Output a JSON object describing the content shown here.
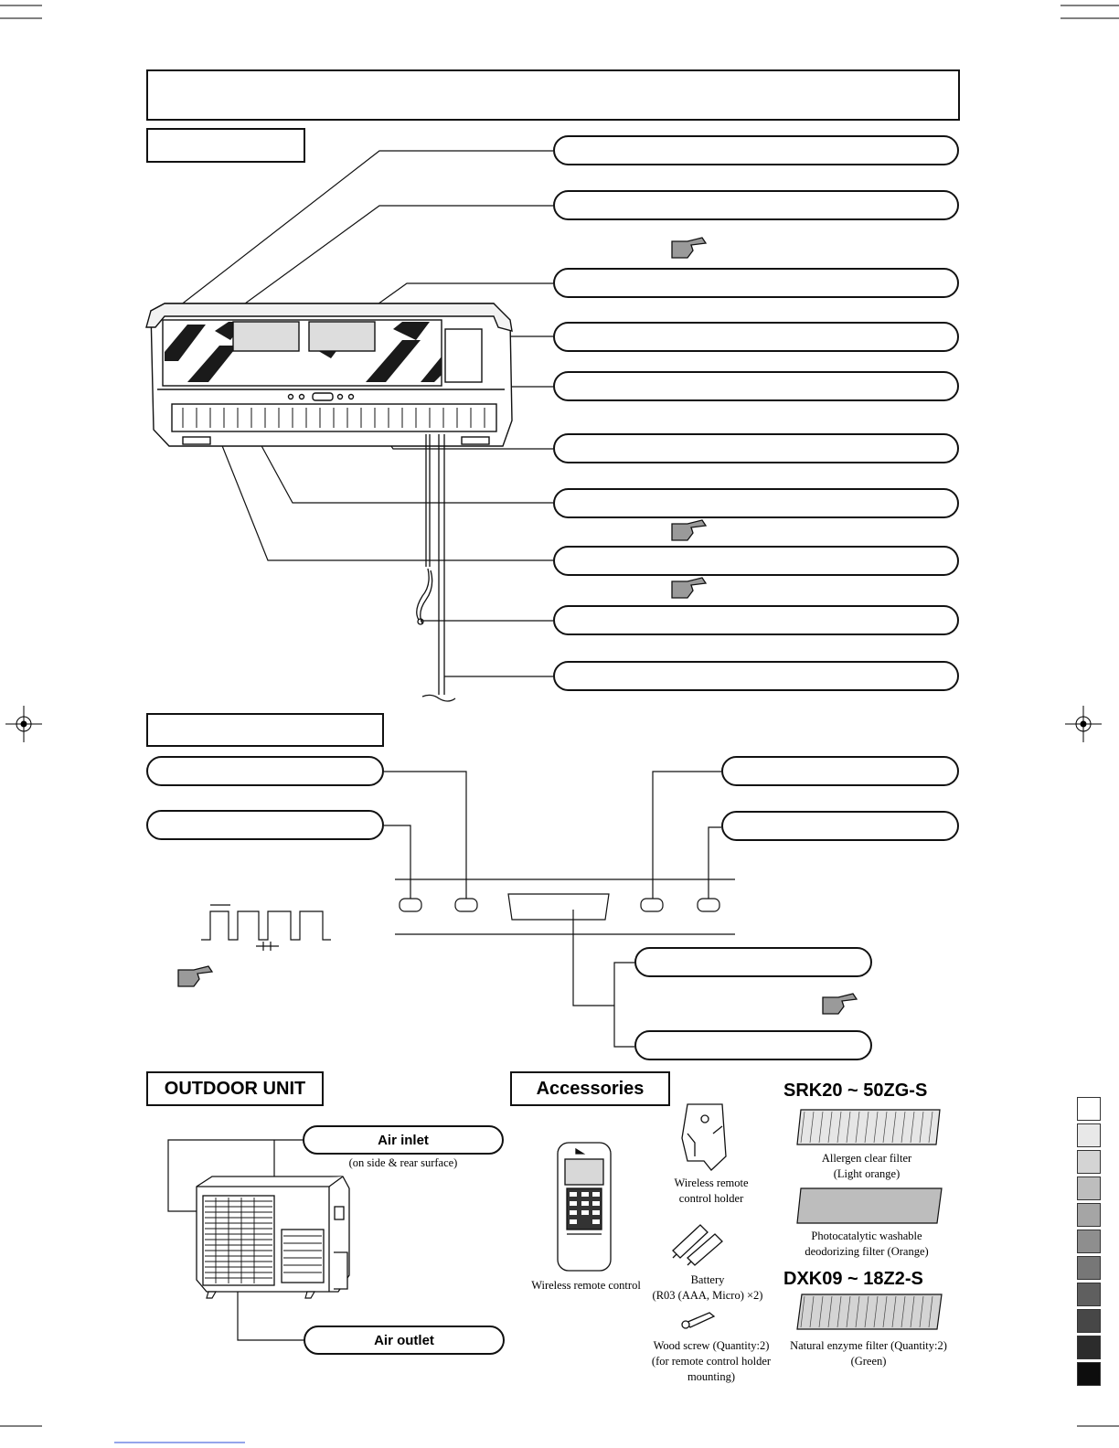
{
  "outdoor": {
    "heading": "OUTDOOR UNIT",
    "air_inlet": "Air inlet",
    "air_inlet_note": "(on side & rear surface)",
    "air_outlet": "Air outlet"
  },
  "accessories": {
    "heading": "Accessories",
    "remote": "Wireless remote control",
    "holder": [
      "Wireless remote",
      "control holder"
    ],
    "battery": [
      "Battery",
      "(R03 (AAA, Micro) ×2)"
    ],
    "screw": [
      "Wood screw (Quantity:2)",
      "(for remote control holder mounting)"
    ]
  },
  "filters": {
    "model_a": "SRK20 ~ 50ZG-S",
    "allergen": [
      "Allergen clear filter",
      "(Light orange)"
    ],
    "photocatalytic": [
      "Photocatalytic washable",
      "deodorizing filter (Orange)"
    ],
    "model_b": "DXK09 ~ 18Z2-S",
    "enzyme": [
      "Natural enzyme filter (Quantity:2)",
      "(Green)"
    ]
  },
  "icons": [
    "pointing-hand-icon",
    "crosshair-registration-icon"
  ],
  "colors": {
    "ink": "#111111",
    "hand_fill": "#9a9a9a"
  }
}
